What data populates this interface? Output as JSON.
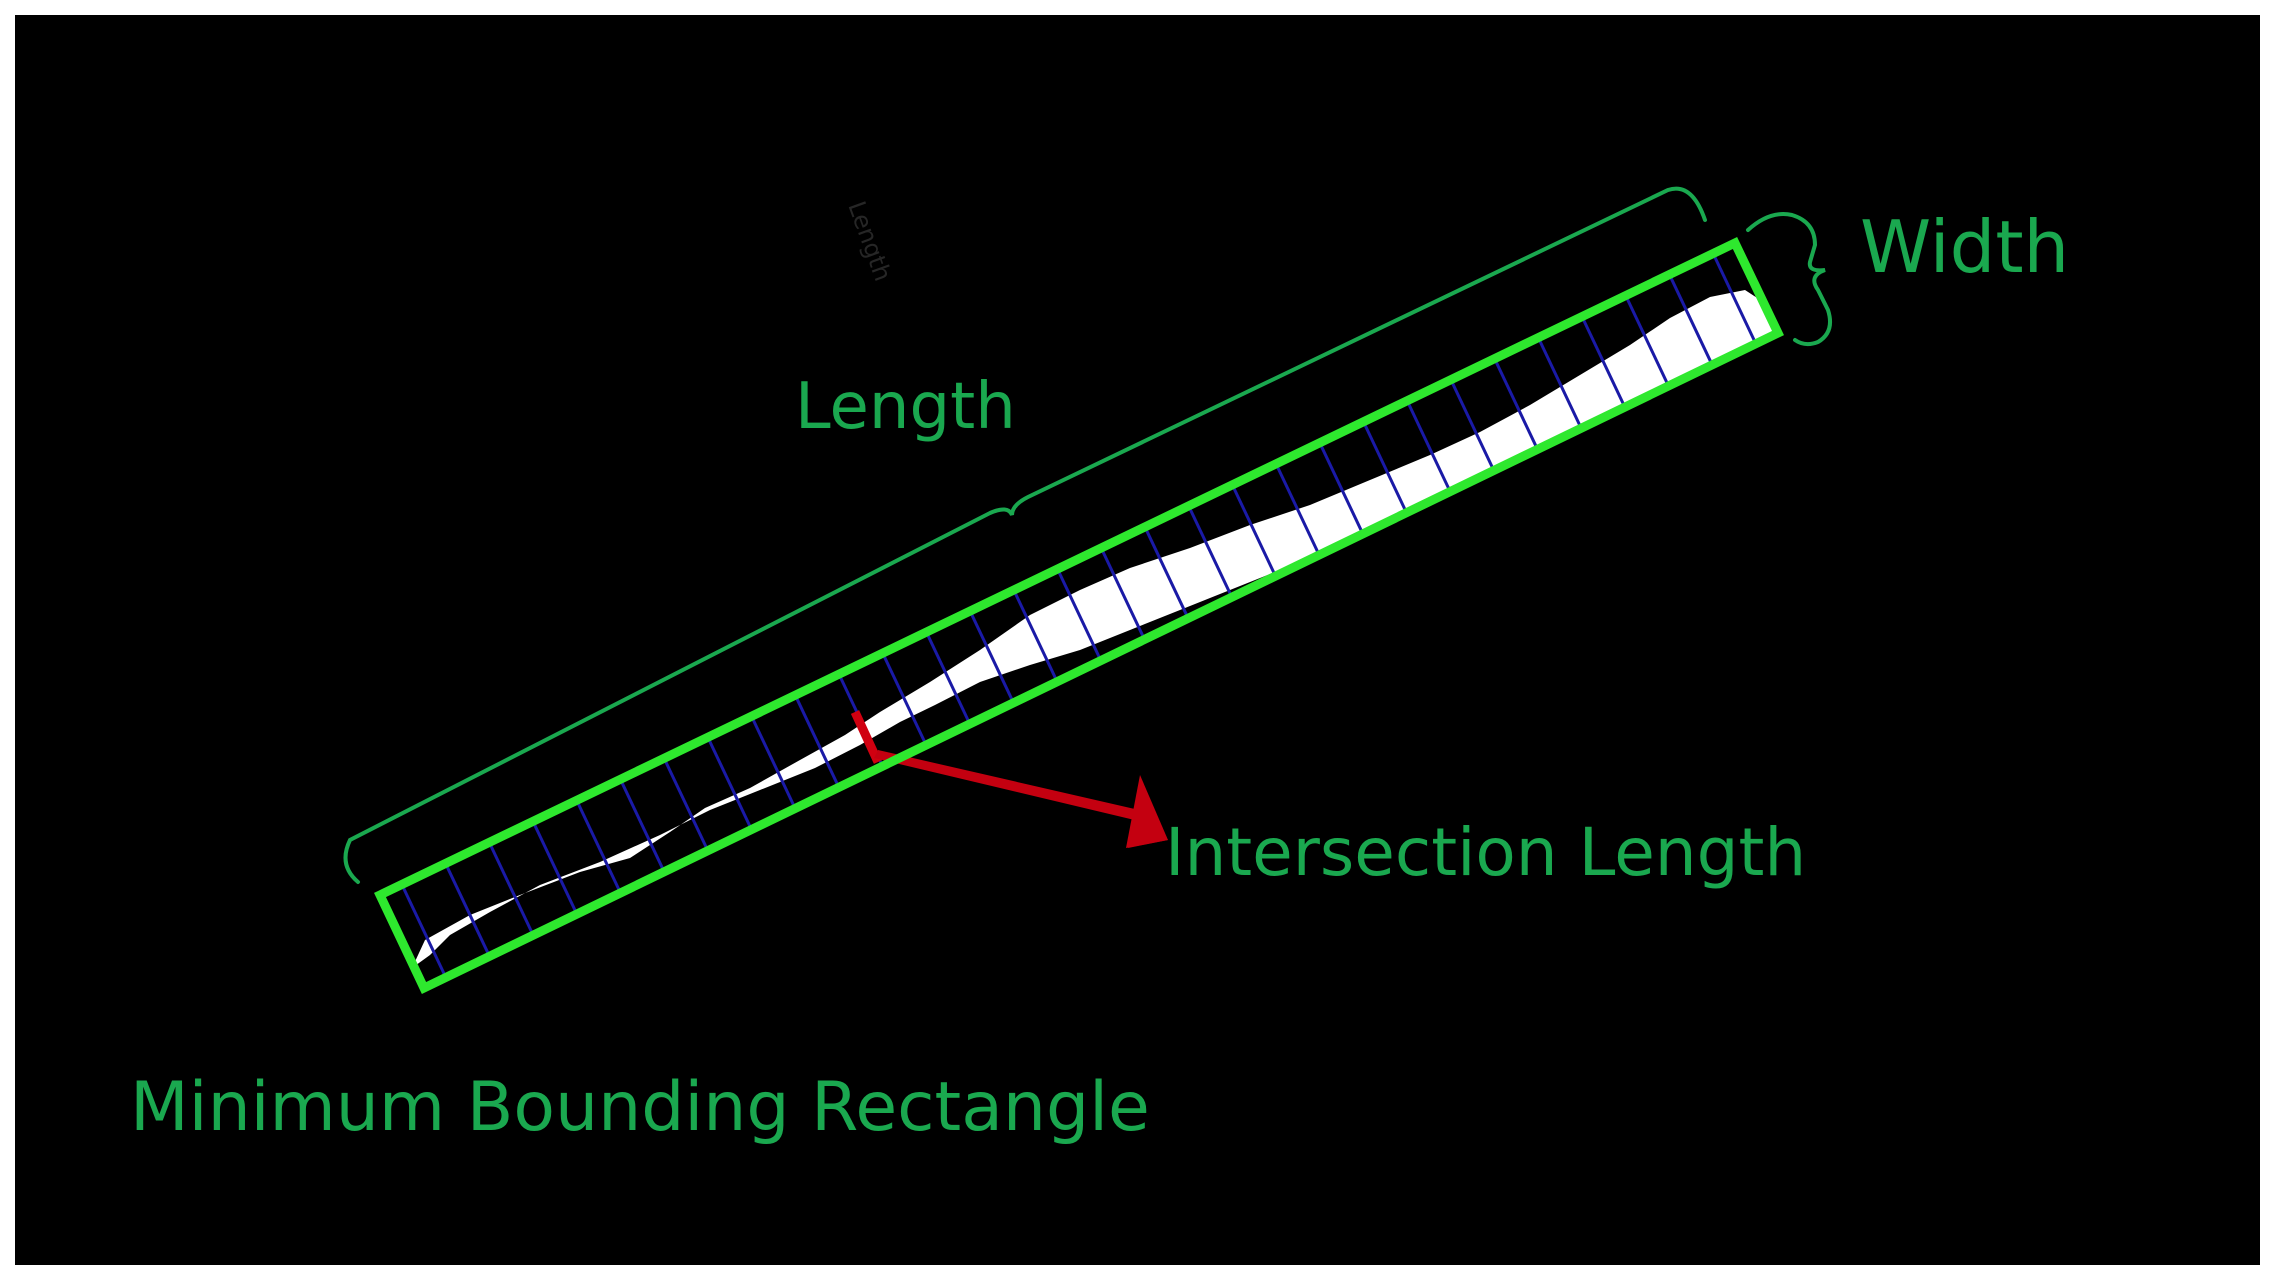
{
  "diagram": {
    "background_color": "#000000",
    "annotation_color": "#1aa84f",
    "rectangle_color": "#2ee82e",
    "scan_line_color": "#1a1aa6",
    "highlight_color": "#d00010",
    "scan_line_count": 31,
    "labels": {
      "length": "Length",
      "width": "Width",
      "intersection": "Intersection Length",
      "rectangle": "Minimum Bounding Rectangle",
      "faint_length": "Length"
    }
  }
}
